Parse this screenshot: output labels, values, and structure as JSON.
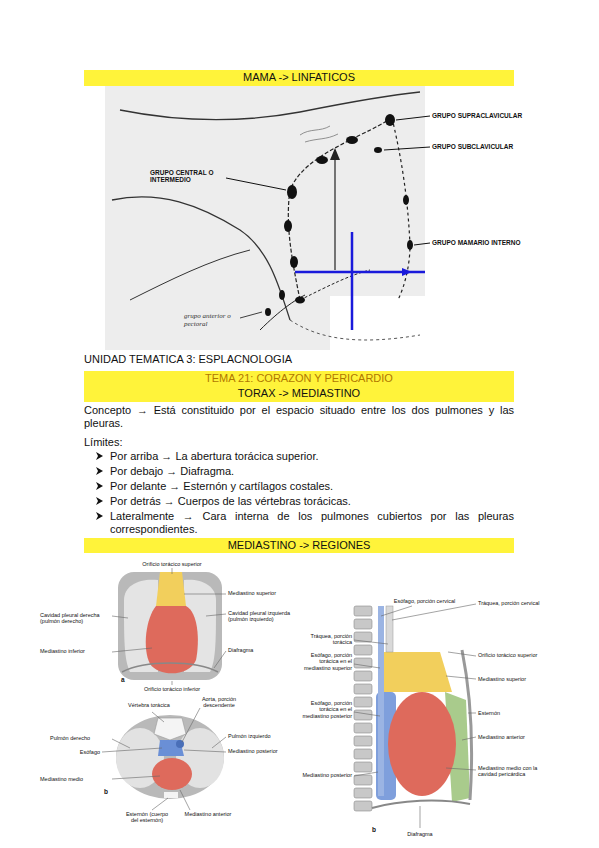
{
  "diagram": {
    "nodes": [
      {
        "text": [
          "MAMA -> LINFATICOS"
        ]
      },
      {
        "text": [
          "TEMA 21: CORAZON Y PERICARDIO"
        ]
      },
      {
        "text": [
          "TORAX -> MEDIASTINO"
        ]
      },
      {
        "text": [
          "MEDIASTINO -> REGIONES"
        ]
      }
    ],
    "labels": [
      "GRUPO SUPRACLAVICULAR",
      "GRUPO SUBCLAVICULAR",
      "GRUPO CENTRAL O INTERMEDIO",
      "GRUPO MAMARIO INTERNO",
      "grupo anterior o pectoral",
      "UNIDAD TEMATICA 3: ESPLACNOLOGIA",
      "Concepto → Está constituido por el espacio situado entre los dos pulmones y las pleuras.",
      "Límites:",
      "Por arriba → La abertura torácica superior.",
      "Por debajo → Diafragma.",
      "Por delante → Esternón y cartílagos costales.",
      "Por detrás → Cuerpos de las vértebras torácicas.",
      "Lateralmente → Cara interna de los pulmones cubiertos por las pleuras correspondientes.",
      "Orificio torácico superior",
      "Mediastino superior",
      "Cavidad pleural derecha (pulmón derecho)",
      "Cavidad pleural izquierda (pulmón izquierdo)",
      "Mediastino inferior",
      "Diafragma",
      "Orificio torácico inferior",
      "a",
      "Vértebra torácica",
      "Aorta, porción descendente",
      "Pulmón derecho",
      "Pulmón izquierdo",
      "Esófago",
      "Mediastino posterior",
      "Mediastino medio",
      "Esternón (cuerpo del esternón)",
      "Mediastino anterior",
      "b",
      "Esófago, porción cervical",
      "Tráquea, porción cervical",
      "Tráquea, porción torácica",
      "Esófago, porción torácica en el mediastino superior",
      "Orificio torácico superior",
      "Mediastino superior",
      "Esófago, porción torácica en el mediastino posterior",
      "Esternón",
      "Mediastino anterior",
      "Mediastino posterior",
      "Mediastino medio con la cavidad pericárdica",
      "b",
      "Diafragma"
    ]
  }
}
